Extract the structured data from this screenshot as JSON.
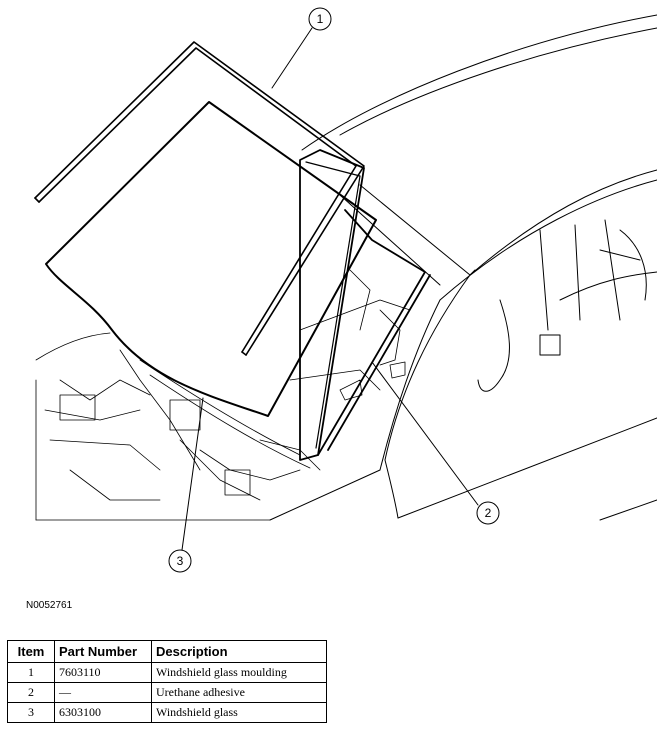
{
  "figure_id": "N0052761",
  "callouts": [
    {
      "label": "1"
    },
    {
      "label": "2"
    },
    {
      "label": "3"
    }
  ],
  "table": {
    "headers": [
      "Item",
      "Part Number",
      "Description"
    ],
    "rows": [
      {
        "item": "1",
        "part_number": "7603110",
        "description": "Windshield glass moulding"
      },
      {
        "item": "2",
        "part_number": "—",
        "description": "Urethane adhesive"
      },
      {
        "item": "3",
        "part_number": "6303100",
        "description": "Windshield glass"
      }
    ]
  }
}
